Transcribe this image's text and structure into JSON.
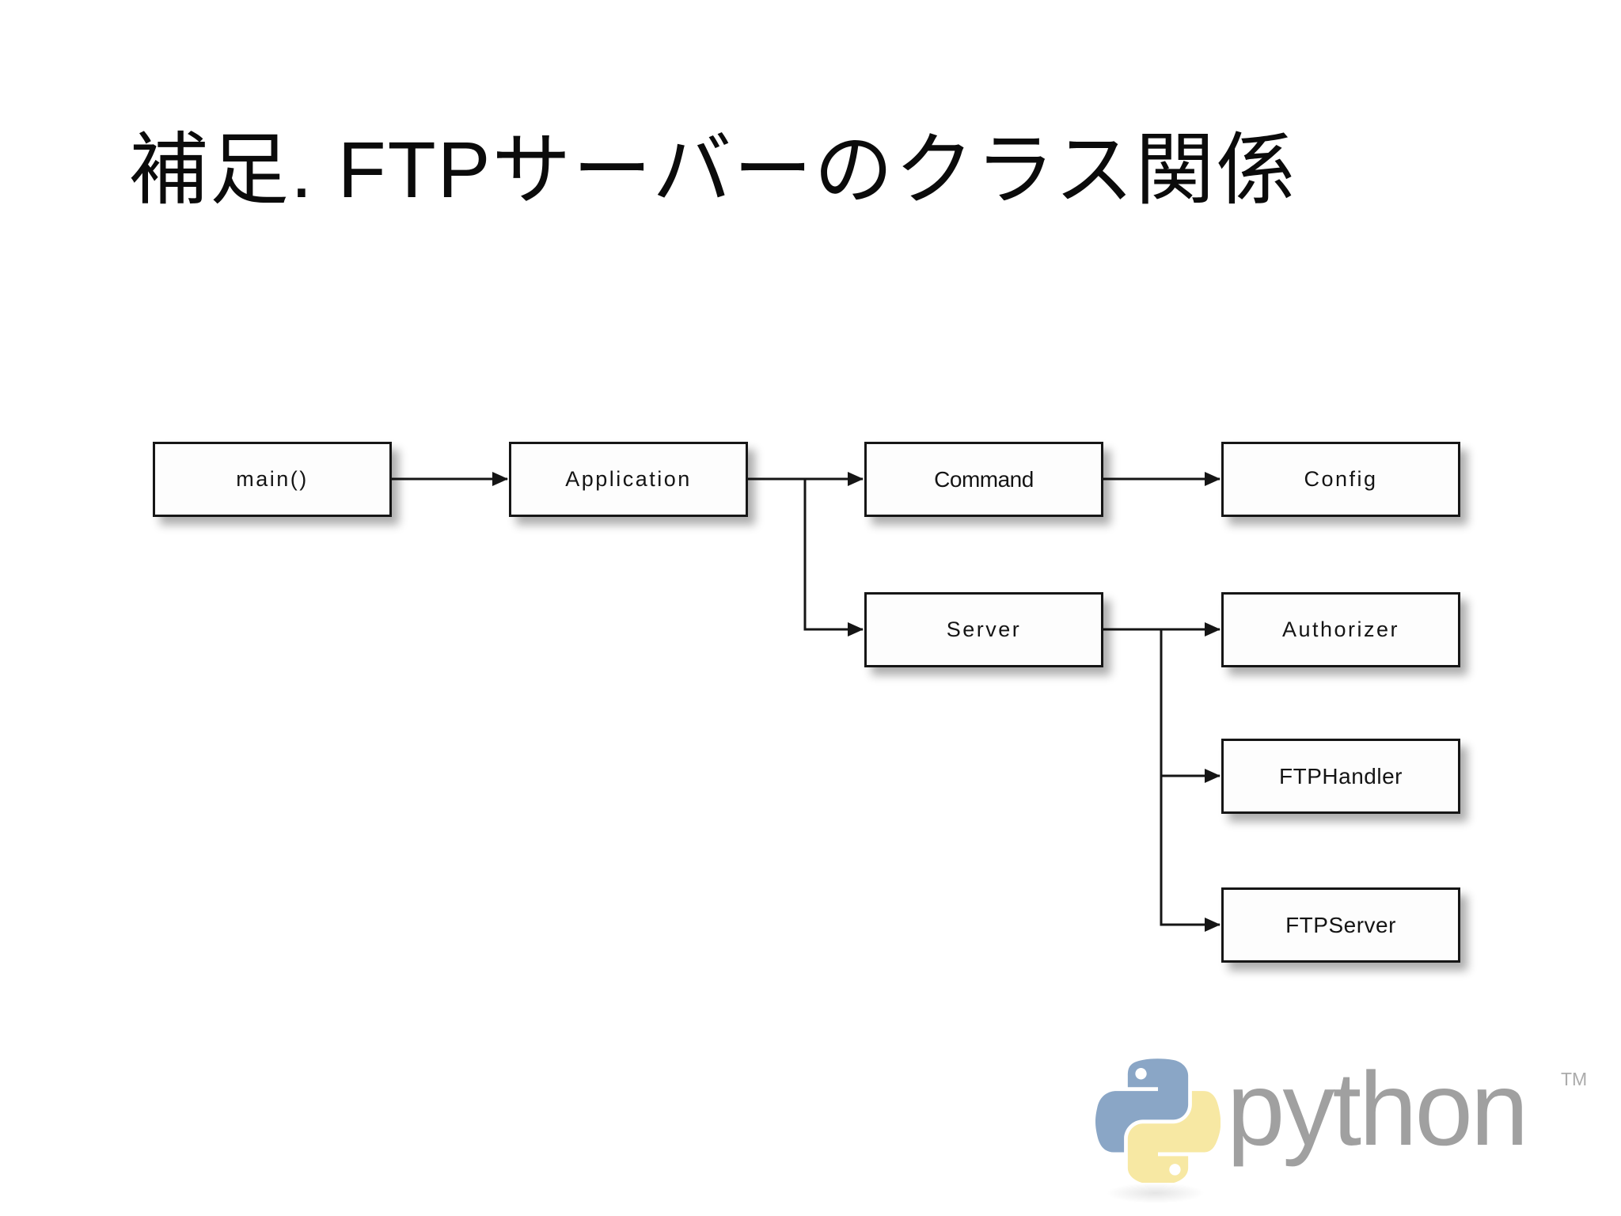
{
  "title": "補足. FTPサーバーのクラス関係",
  "diagram": {
    "nodes": [
      {
        "id": "main",
        "label": "main()"
      },
      {
        "id": "application",
        "label": "Application"
      },
      {
        "id": "command",
        "label": "Command"
      },
      {
        "id": "config",
        "label": "Config"
      },
      {
        "id": "server",
        "label": "Server"
      },
      {
        "id": "authorizer",
        "label": "Authorizer"
      },
      {
        "id": "ftphandler",
        "label": "FTPHandler"
      },
      {
        "id": "ftpserver",
        "label": "FTPServer"
      }
    ],
    "edges": [
      {
        "from": "main",
        "to": "application"
      },
      {
        "from": "application",
        "to": "command"
      },
      {
        "from": "application",
        "to": "server"
      },
      {
        "from": "command",
        "to": "config"
      },
      {
        "from": "server",
        "to": "authorizer"
      },
      {
        "from": "server",
        "to": "ftphandler"
      },
      {
        "from": "server",
        "to": "ftpserver"
      }
    ],
    "line_color": "#151515",
    "box_fill": "#fdfdfd"
  },
  "logo": {
    "wordmark": "python",
    "trademark": "TM",
    "colors": {
      "blue": "#8aa6c6",
      "yellow": "#f7e8a3",
      "text": "#a0a0a0"
    }
  }
}
